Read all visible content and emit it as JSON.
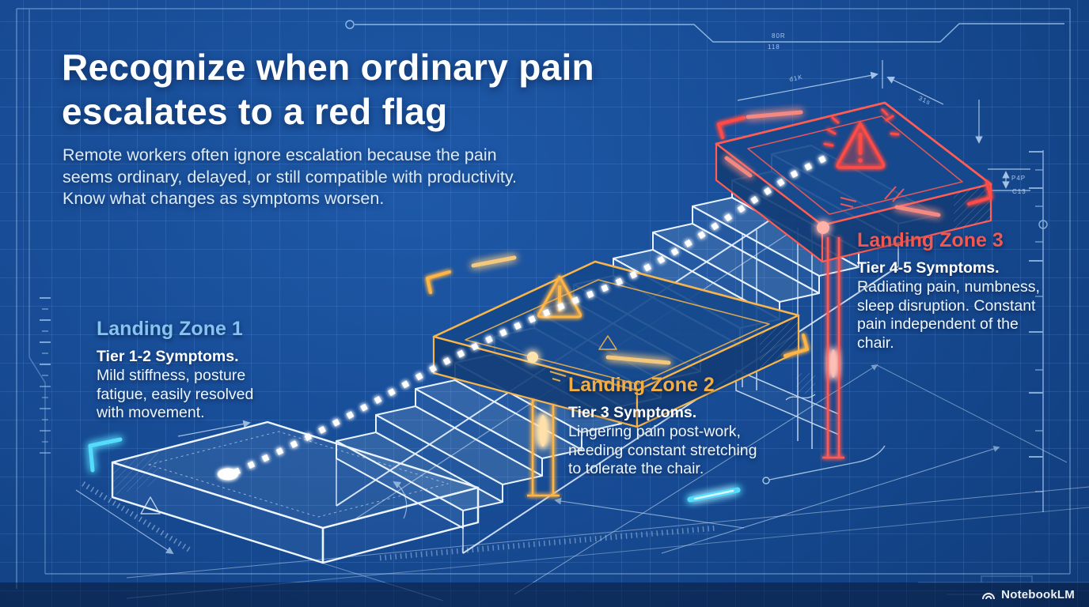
{
  "title": "Recognize when ordinary pain escalates to a red flag",
  "subtitle": "Remote workers often ignore escalation because the pain seems ordinary, delayed, or still compatible with productivity. Know what changes as symptoms worsen.",
  "zones": [
    {
      "label": "Landing Zone 1",
      "tier": "Tier 1-2 Symptoms.",
      "description": "Mild stiffness, posture fatigue, easily resolved with movement.",
      "accent": "#85c3f0"
    },
    {
      "label": "Landing Zone 2",
      "tier": "Tier 3 Symptoms.",
      "description": "Lingering pain post-work, needing constant stretching to tolerate the chair.",
      "accent": "#f2ae45"
    },
    {
      "label": "Landing Zone 3",
      "tier": "Tier 4-5 Symptoms.",
      "description": "Radiating pain, numbness, sleep disruption. Constant pain independent of the chair.",
      "accent": "#f25750"
    }
  ],
  "tech_marks": {
    "top_a": "80R",
    "top_b": "118",
    "dim_left": "d1K",
    "dim_right": "31s",
    "dim_p4p": "P4P",
    "dim_c13": "C13"
  },
  "watermark": {
    "brand": "NotebookLM"
  },
  "colors": {
    "background": "#14417f",
    "grid": "#9ec7f3",
    "line_white": "#eaf4ff",
    "zone1_accent": "#85c3f0",
    "zone2_accent": "#f2ae45",
    "zone3_accent": "#f25750",
    "glow_cyan": "#55dcfc",
    "glow_orange": "#ffb545",
    "glow_red": "#ff4b45"
  }
}
